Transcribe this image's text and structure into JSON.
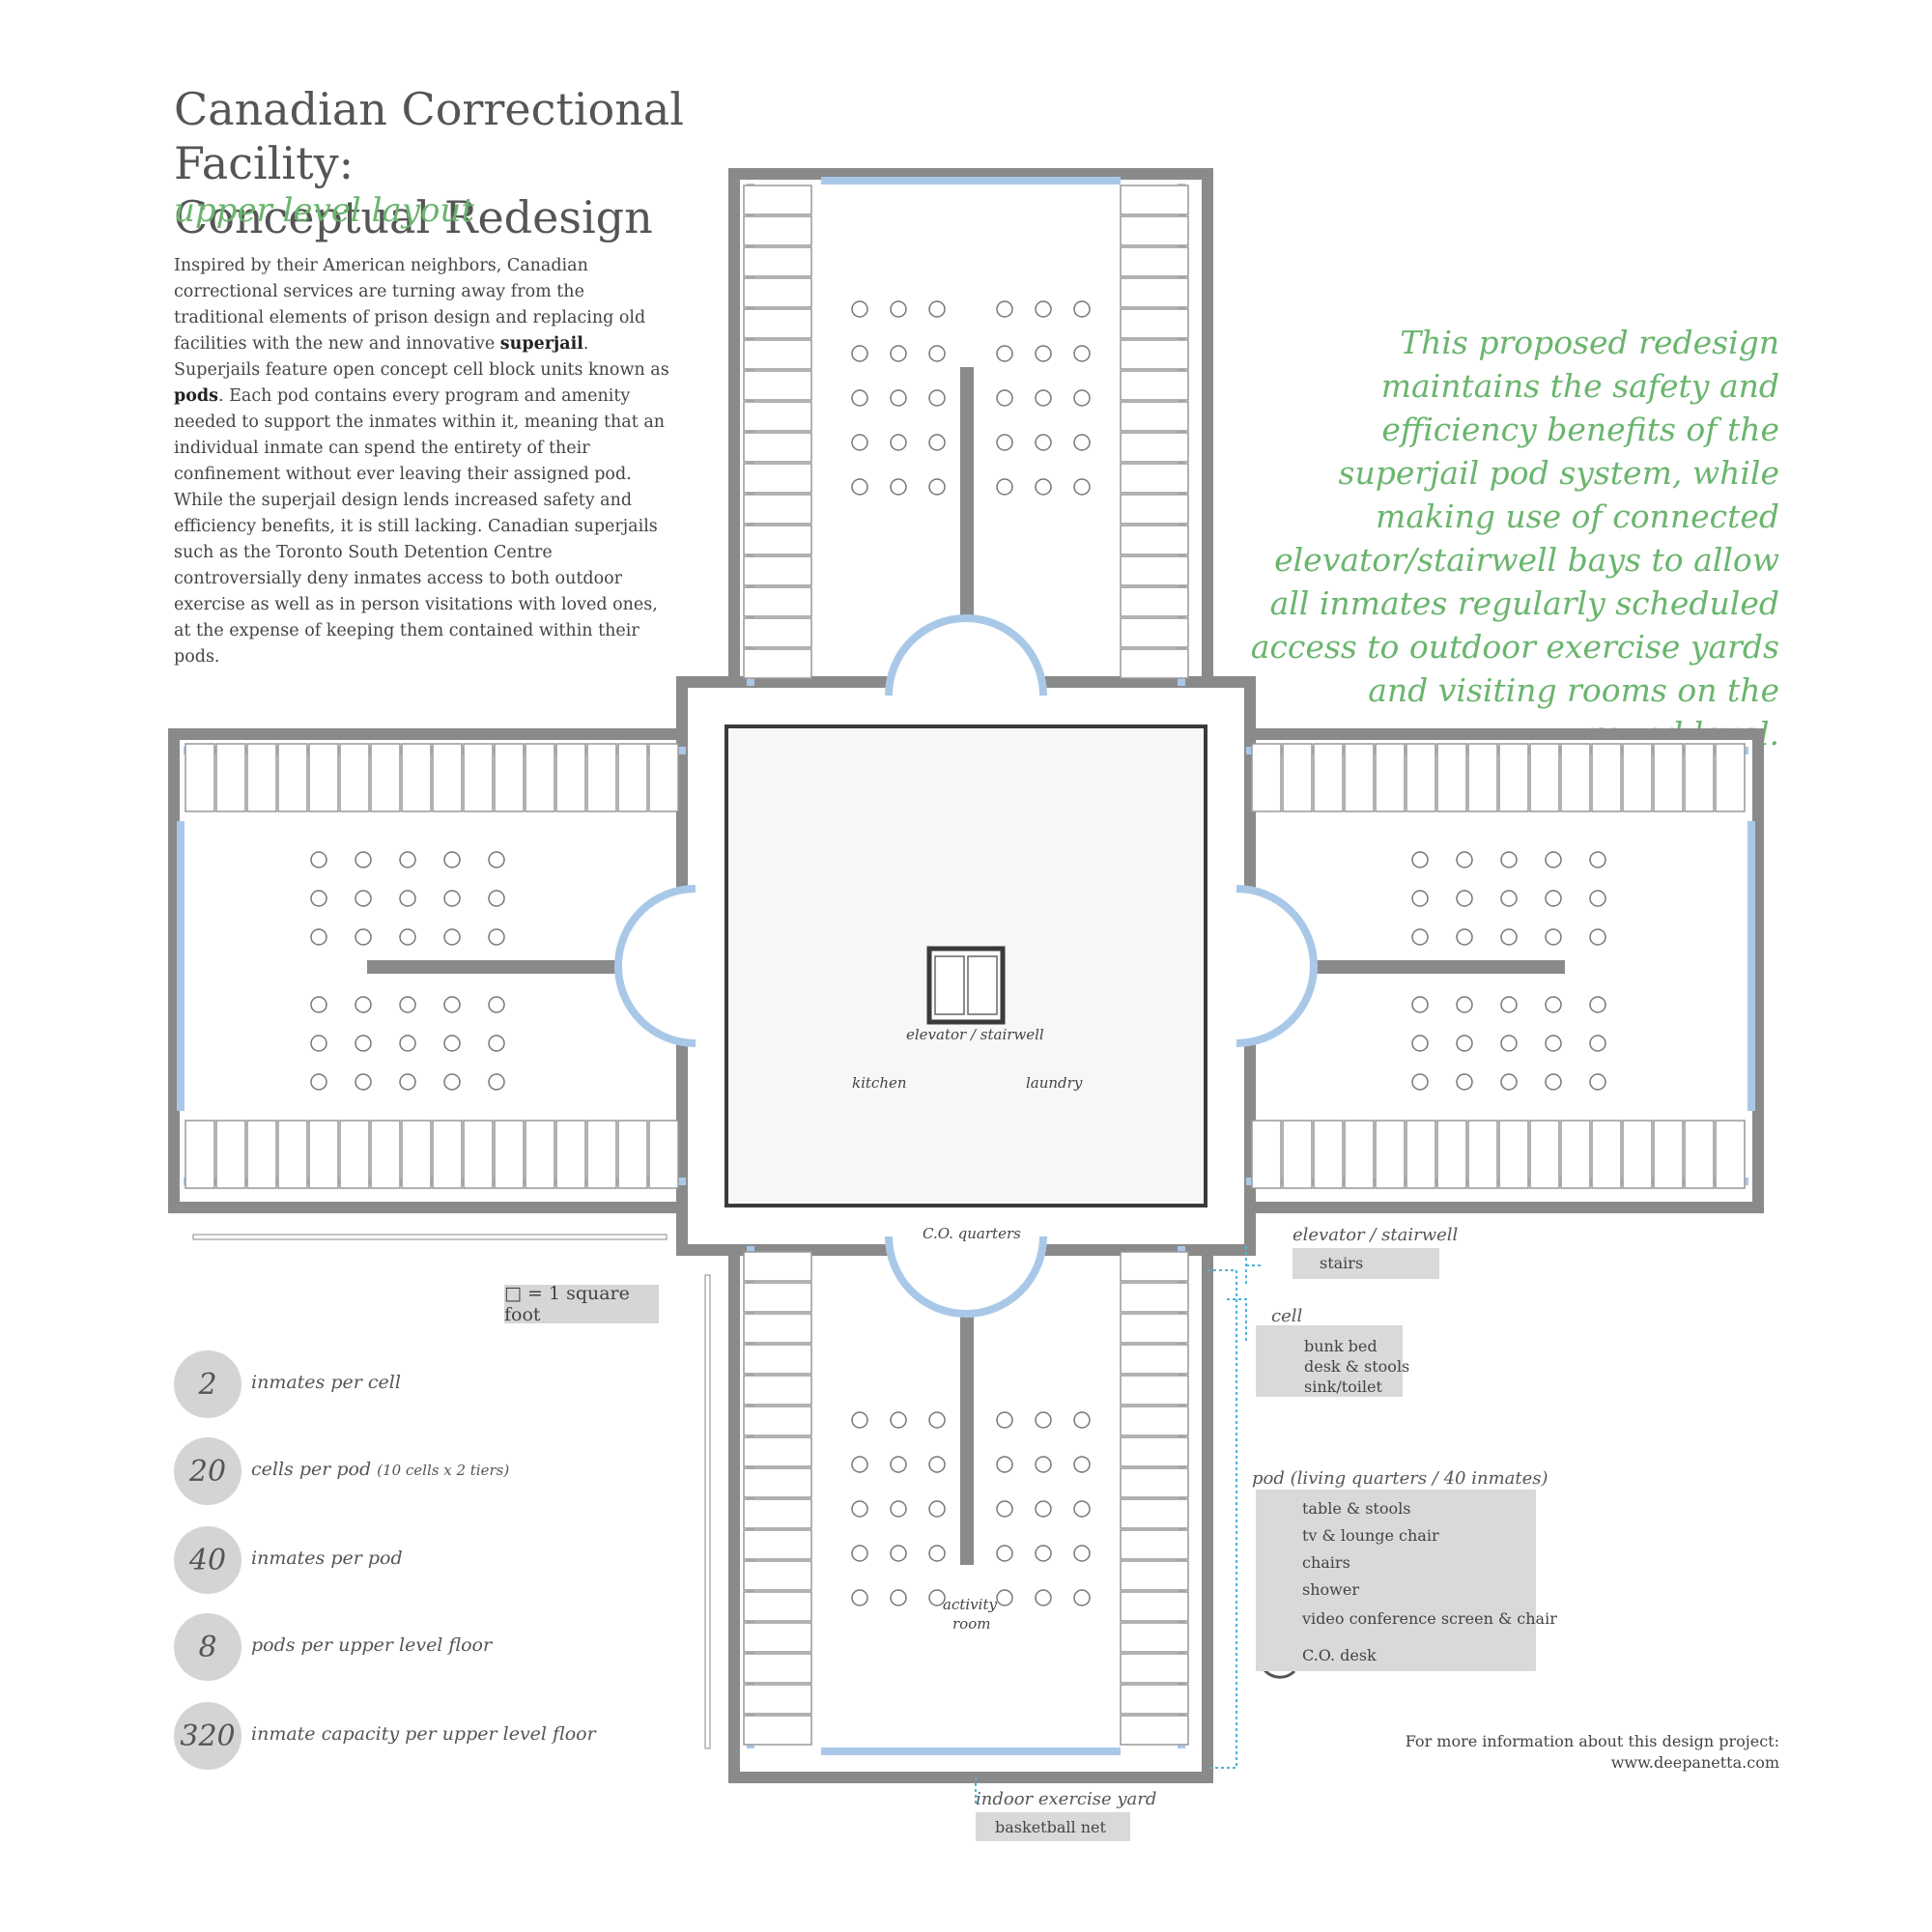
{
  "header": {
    "title_line1": "Canadian Correctional Facility:",
    "title_line2": "Conceptual Redesign",
    "subtitle": "upper level layout"
  },
  "intro": {
    "part1": "Inspired by their American neighbors, Canadian correctional services are turning away from the traditional elements of prison design and replacing old facilities with the new and innovative ",
    "bold1": "superjail",
    "part2": ".  Superjails feature open concept cell block units known as ",
    "bold2": "pods",
    "part3": ". Each pod contains every program and amenity needed to support the inmates within it, meaning that an individual inmate can spend the entirety of their confinement without ever leaving their assigned pod.  While the superjail design lends increased safety and efficiency benefits, it is still lacking.  Canadian superjails such as the Toronto South Detention Centre controversially deny inmates access to both outdoor exercise as well as in person visitations with loved ones, at the expense of keeping them contained within their pods."
  },
  "callout": "This proposed redesign maintains the safety and efficiency benefits of the superjail pod system, while making use of connected elevator/stairwell bays to allow all inmates regularly scheduled access to outdoor exercise yards and visiting rooms on the ground level.",
  "scale": {
    "label": "□ = 1 square foot"
  },
  "stats": [
    {
      "value": "2",
      "label": "inmates per cell",
      "note": ""
    },
    {
      "value": "20",
      "label": "cells per pod",
      "note": "(10 cells x 2 tiers)"
    },
    {
      "value": "40",
      "label": "inmates per pod",
      "note": ""
    },
    {
      "value": "8",
      "label": "pods per upper level floor",
      "note": ""
    },
    {
      "value": "320",
      "label": "inmate capacity per upper level floor",
      "note": ""
    }
  ],
  "rooms": {
    "elevator": "elevator / stairwell",
    "kitchen": "kitchen",
    "laundry": "laundry",
    "co_quarters": "C.O. quarters",
    "activity1": "activity",
    "activity2": "room"
  },
  "legend": {
    "elevator_title": "elevator / stairwell",
    "stairs": "stairs",
    "cell_title": "cell",
    "bunk_bed": "bunk bed",
    "desk_stools": "desk & stools",
    "sink_toilet": "sink/toilet",
    "pod_title": "pod (living quarters / 40 inmates)",
    "table_stools": "table & stools",
    "tv_lounge": "tv & lounge chair",
    "chairs": "chairs",
    "shower": "shower",
    "video_conf": "video conference screen & chair",
    "co_desk": "C.O. desk",
    "yard_title": "indoor exercise yard",
    "basketball": "basketball net"
  },
  "footer": {
    "line1": "For more information about this design project:",
    "line2": "www.deepanetta.com"
  },
  "colors": {
    "wall": "#8a8a8a",
    "wall_dark": "#3a3a3a",
    "window": "#a9c8e8",
    "green": "#6ab56e",
    "cyan_leader": "#4fb3d9"
  }
}
